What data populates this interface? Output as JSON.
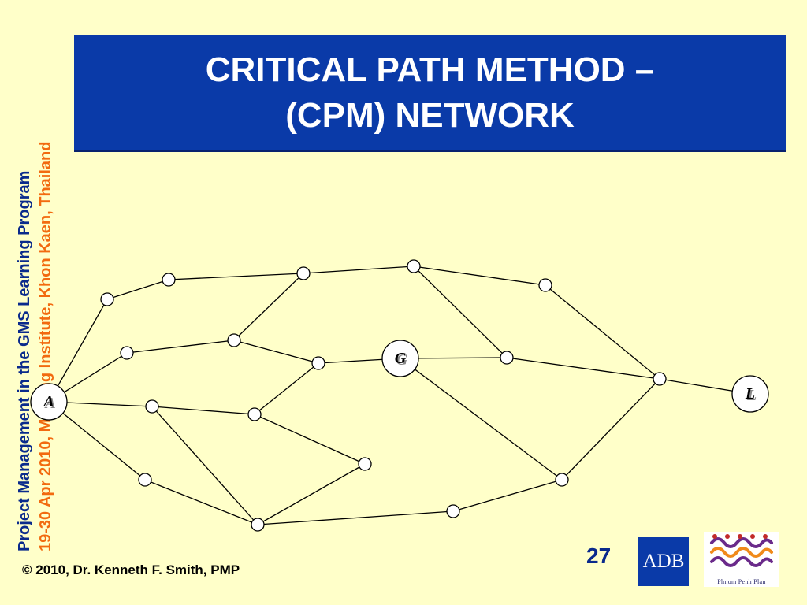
{
  "title": {
    "line1": "CRITICAL PATH METHOD –",
    "line2": "(CPM) NETWORK"
  },
  "sidebar": {
    "line1": "Project Management in the GMS Learning Program",
    "line2": "19-30 Apr 2010, Mekong Institute, Khon Kaen, Thailand"
  },
  "footer": {
    "copyright": "© 2010, Dr. Kenneth F. Smith, PMP",
    "page_number": "27"
  },
  "logos": {
    "adb": "ADB",
    "partner": "Phnom Penh Plan"
  },
  "colors": {
    "background": "#FFFFC9",
    "title_bar": "#0A3AA8",
    "sidebar_primary": "#0A2A8C",
    "sidebar_secondary": "#F26A0F"
  },
  "network": {
    "labeled_nodes": {
      "start": "A",
      "middle": "G",
      "end": "L"
    }
  }
}
